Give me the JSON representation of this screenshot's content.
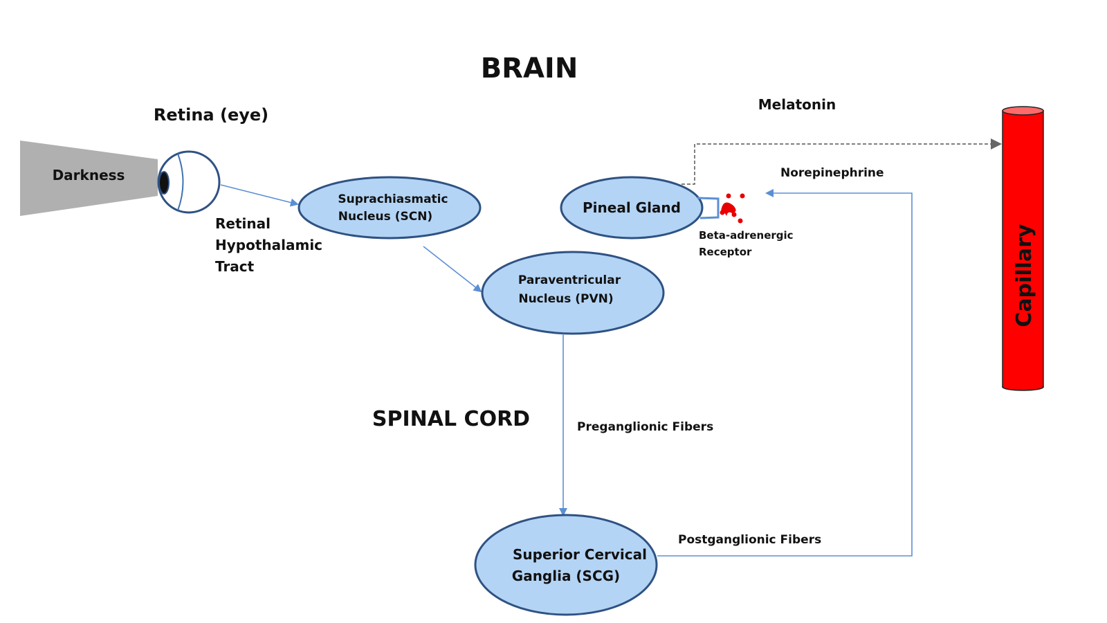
{
  "title": "BRAIN",
  "section_spinal": "SPINAL CORD",
  "retina_label": "Retina (eye)",
  "darkness_label": "Darkness",
  "nodes": {
    "scn": [
      "Suprachiasmatic",
      "Nucleus (SCN)"
    ],
    "pvn": [
      "Paraventricular",
      "Nucleus (PVN)"
    ],
    "scg": [
      "Superior Cervical",
      "Ganglia (SCG)"
    ],
    "pineal": "Pineal Gland"
  },
  "edges": {
    "rht": [
      "Retinal",
      "Hypothalamic",
      "Tract"
    ],
    "preganglionic": "Preganglionic Fibers",
    "postganglionic": "Postganglionic Fibers",
    "norepinephrine": "Norepinephrine",
    "melatonin": "Melatonin"
  },
  "receptor": [
    "Beta-adrenergic",
    "Receptor"
  ],
  "capillary_label": "Capillary",
  "colors": {
    "node_fill": "#b4d4f5",
    "node_stroke": "#2f5282",
    "connector": "#5b8fd4",
    "capillary": "#ff0000",
    "darkness": "#b0b0b0"
  }
}
